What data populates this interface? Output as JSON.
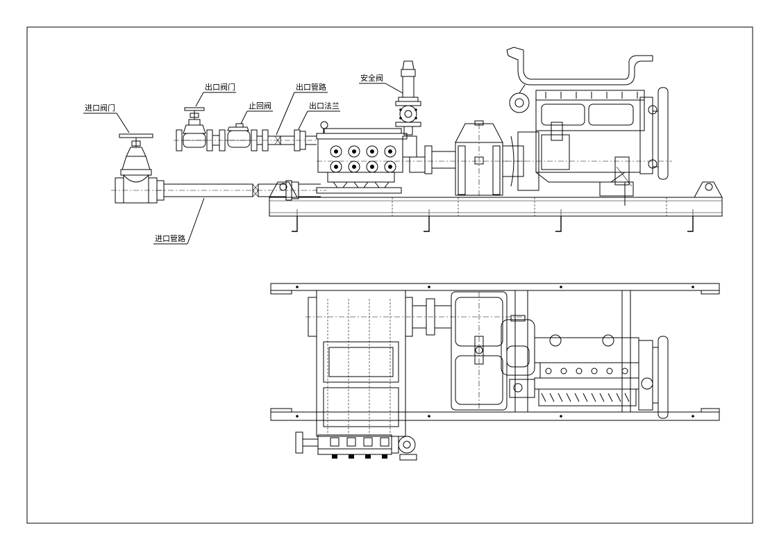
{
  "labels": {
    "inlet_valve": "进口阀门",
    "outlet_valve": "出口阀门",
    "check_valve": "止回阀",
    "outlet_pipe": "出口管路",
    "outlet_flange": "出口法兰",
    "safety_valve": "安全阀",
    "inlet_pipe": "进口管路"
  }
}
